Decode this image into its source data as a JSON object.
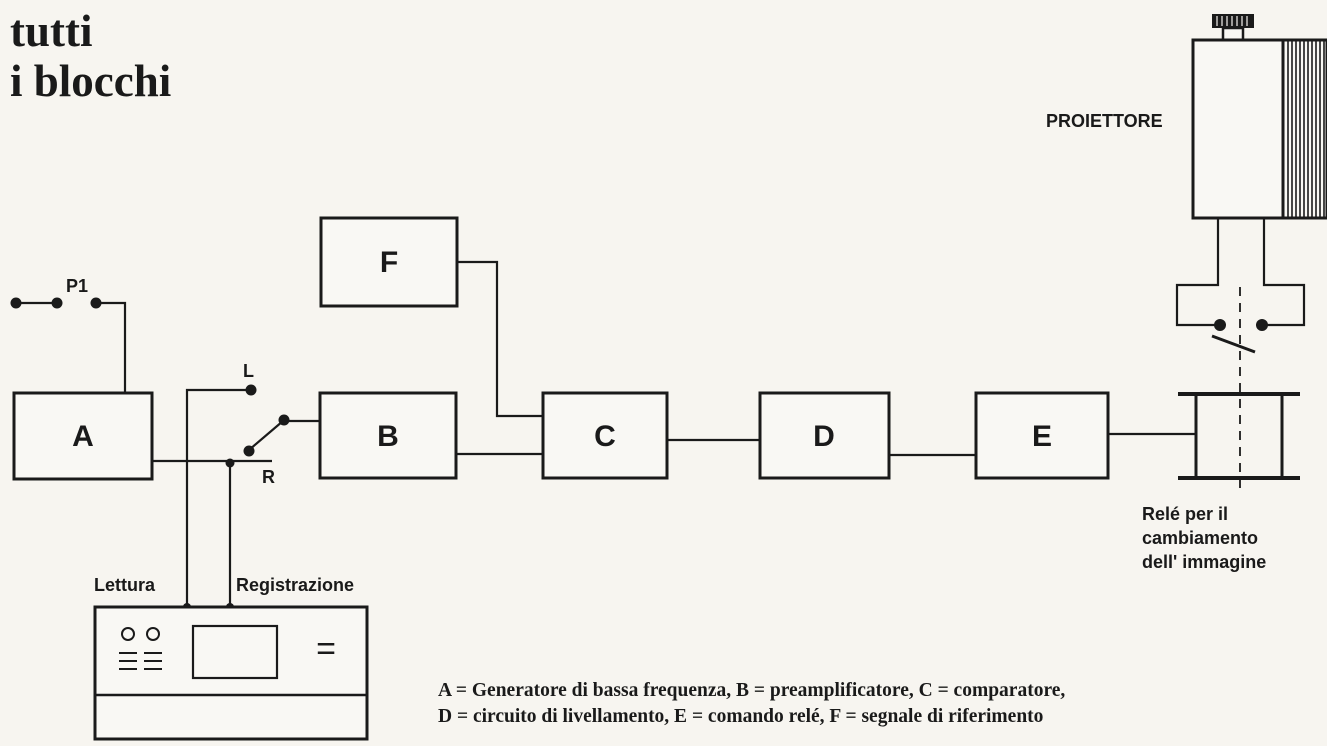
{
  "title": {
    "line1": "tutti",
    "line2": "i blocchi"
  },
  "blocks": {
    "A": "A",
    "B": "B",
    "C": "C",
    "D": "D",
    "E": "E",
    "F": "F"
  },
  "labels": {
    "p1": "P1",
    "l": "L",
    "r": "R",
    "lettura": "Lettura",
    "registrazione": "Registrazione",
    "proiettore": "PROIETTORE",
    "rele_line1": "Relé per il",
    "rele_line2": "cambiamento",
    "rele_line3": "dell' immagine"
  },
  "recorder_symbol": "=",
  "caption": {
    "line1": "A = Generatore di bassa frequenza, B = preamplificatore, C = comparatore,",
    "line2": "D = circuito di livellamento, E = comando relé, F = segnale di riferimento"
  }
}
